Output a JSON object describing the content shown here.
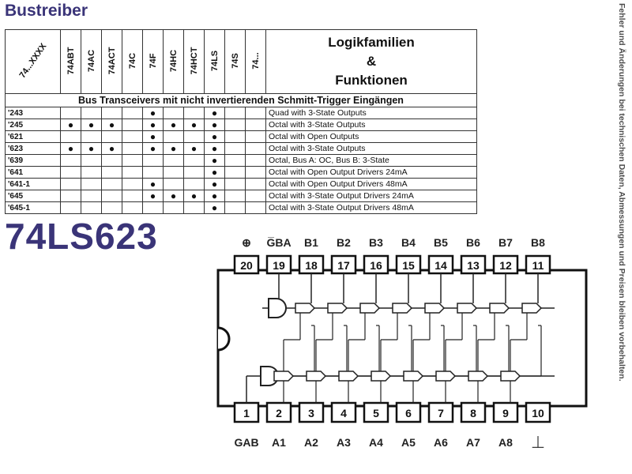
{
  "header": {
    "title": "Bustreiber"
  },
  "table": {
    "family_column_header": "74...XXXX",
    "families": [
      "74ABT",
      "74AC",
      "74ACT",
      "74C",
      "74F",
      "74HC",
      "74HCT",
      "74LS",
      "74S",
      "74..."
    ],
    "function_header": [
      "Logikfamilien",
      "&",
      "Funktionen"
    ],
    "section_title": "Bus Transceivers mit nicht invertierenden Schmitt-Trigger Eingängen",
    "rows": [
      {
        "code": "'243",
        "marks": [
          0,
          0,
          0,
          0,
          1,
          0,
          0,
          1,
          0,
          0
        ],
        "function": "Quad with 3-State Outputs"
      },
      {
        "code": "'245",
        "marks": [
          1,
          1,
          1,
          0,
          1,
          1,
          1,
          1,
          0,
          0
        ],
        "function": "Octal with 3-State Outputs"
      },
      {
        "code": "'621",
        "marks": [
          0,
          0,
          0,
          0,
          1,
          0,
          0,
          1,
          0,
          0
        ],
        "function": "Octal with Open Outputs"
      },
      {
        "code": "'623",
        "marks": [
          1,
          1,
          1,
          0,
          1,
          1,
          1,
          1,
          0,
          0
        ],
        "function": "Octal with 3-State Outputs"
      },
      {
        "code": "'639",
        "marks": [
          0,
          0,
          0,
          0,
          0,
          0,
          0,
          1,
          0,
          0
        ],
        "function": "Octal, Bus A: OC, Bus B: 3-State"
      },
      {
        "code": "'641",
        "marks": [
          0,
          0,
          0,
          0,
          0,
          0,
          0,
          1,
          0,
          0
        ],
        "function": "Octal with Open Output Drivers 24mA"
      },
      {
        "code": "'641-1",
        "marks": [
          0,
          0,
          0,
          0,
          1,
          0,
          0,
          1,
          0,
          0
        ],
        "function": "Octal with Open Output Drivers 48mA"
      },
      {
        "code": "'645",
        "marks": [
          0,
          0,
          0,
          0,
          1,
          1,
          1,
          1,
          0,
          0
        ],
        "function": "Octal with 3-State Output Drivers 24mA"
      },
      {
        "code": "'645-1",
        "marks": [
          0,
          0,
          0,
          0,
          0,
          0,
          0,
          1,
          0,
          0
        ],
        "function": "Octal with 3-State Output Drivers 48mA"
      }
    ],
    "dot_symbol": "●"
  },
  "part_number": "74LS623",
  "side_note": "Fehler und Änderungen bei technischen Daten, Abmessungen und Preisen bleiben vorbehalten.",
  "pinout": {
    "top_pins": [
      {
        "num": "20",
        "label": "⊕"
      },
      {
        "num": "19",
        "label": "G̅BA"
      },
      {
        "num": "18",
        "label": "B1"
      },
      {
        "num": "17",
        "label": "B2"
      },
      {
        "num": "16",
        "label": "B3"
      },
      {
        "num": "15",
        "label": "B4"
      },
      {
        "num": "14",
        "label": "B5"
      },
      {
        "num": "13",
        "label": "B6"
      },
      {
        "num": "12",
        "label": "B7"
      },
      {
        "num": "11",
        "label": "B8"
      }
    ],
    "bottom_pins": [
      {
        "num": "1",
        "label": "GAB"
      },
      {
        "num": "2",
        "label": "A1"
      },
      {
        "num": "3",
        "label": "A2"
      },
      {
        "num": "4",
        "label": "A3"
      },
      {
        "num": "5",
        "label": "A4"
      },
      {
        "num": "6",
        "label": "A5"
      },
      {
        "num": "7",
        "label": "A6"
      },
      {
        "num": "8",
        "label": "A7"
      },
      {
        "num": "9",
        "label": "A8"
      },
      {
        "num": "10",
        "label": "⏊"
      }
    ]
  },
  "colors": {
    "accent": "#3a3478",
    "line": "#222222"
  }
}
